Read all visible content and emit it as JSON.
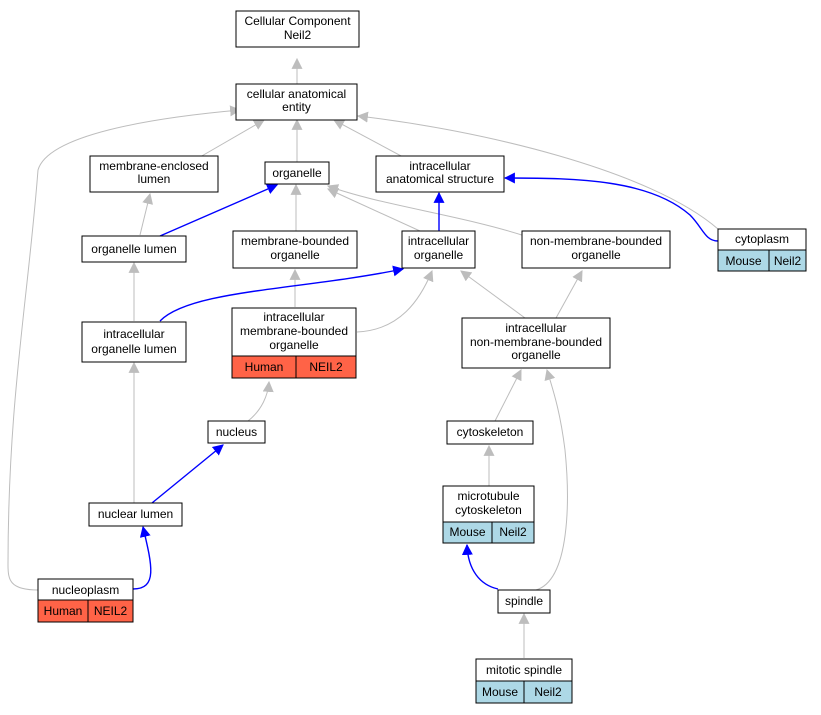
{
  "title": [
    "Cellular Component",
    "Neil2"
  ],
  "colors": {
    "node_border": "#000000",
    "node_fill": "#ffffff",
    "gray_edge": "#bdbdbd",
    "blue_edge": "#0000ff",
    "human_fill": "#ff6347",
    "mouse_fill": "#add8e6"
  },
  "nodes": {
    "root": {
      "label": [
        "Cellular Component",
        "Neil2"
      ]
    },
    "cellular_anatomical_entity": {
      "label": [
        "cellular anatomical",
        "entity"
      ]
    },
    "membrane_enclosed_lumen": {
      "label": [
        "membrane-enclosed",
        "lumen"
      ]
    },
    "organelle": {
      "label": [
        "organelle"
      ]
    },
    "intracellular_anatomical_structure": {
      "label": [
        "intracellular",
        "anatomical structure"
      ]
    },
    "organelle_lumen": {
      "label": [
        "organelle lumen"
      ]
    },
    "membrane_bounded_organelle": {
      "label": [
        "membrane-bounded",
        "organelle"
      ]
    },
    "intracellular_organelle": {
      "label": [
        "intracellular",
        "organelle"
      ]
    },
    "non_membrane_bounded_organelle": {
      "label": [
        "non-membrane-bounded",
        "organelle"
      ]
    },
    "cytoplasm": {
      "label": [
        "cytoplasm"
      ],
      "annotations": [
        "Mouse",
        "Neil2"
      ]
    },
    "intracellular_organelle_lumen": {
      "label": [
        "intracellular",
        "organelle lumen"
      ]
    },
    "intracellular_membrane_bounded_organelle": {
      "label": [
        "intracellular",
        "membrane-bounded",
        "organelle"
      ],
      "annotations": [
        "Human",
        "NEIL2"
      ]
    },
    "intracellular_non_membrane_bounded_organelle": {
      "label": [
        "intracellular",
        "non-membrane-bounded",
        "organelle"
      ]
    },
    "nucleus": {
      "label": [
        "nucleus"
      ]
    },
    "cytoskeleton": {
      "label": [
        "cytoskeleton"
      ]
    },
    "nuclear_lumen": {
      "label": [
        "nuclear lumen"
      ]
    },
    "microtubule_cytoskeleton": {
      "label": [
        "microtubule",
        "cytoskeleton"
      ],
      "annotations": [
        "Mouse",
        "Neil2"
      ]
    },
    "nucleoplasm": {
      "label": [
        "nucleoplasm"
      ],
      "annotations": [
        "Human",
        "NEIL2"
      ]
    },
    "spindle": {
      "label": [
        "spindle"
      ]
    },
    "mitotic_spindle": {
      "label": [
        "mitotic spindle"
      ],
      "annotations": [
        "Mouse",
        "Neil2"
      ]
    }
  }
}
